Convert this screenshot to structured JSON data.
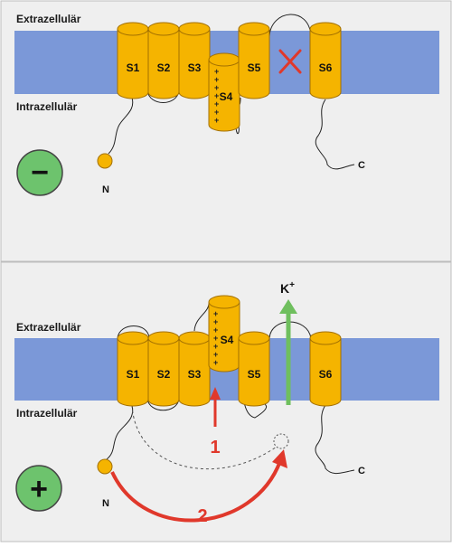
{
  "panels": [
    {
      "state": "closed",
      "extracellular_label": "Extrazellulär",
      "intracellular_label": "Intrazellulär",
      "segments": [
        "S1",
        "S2",
        "S3",
        "S4",
        "S5",
        "S6"
      ],
      "n_terminus": "N",
      "c_terminus": "C",
      "sign": "−",
      "pore_blocked_icon": "x-icon"
    },
    {
      "state": "open",
      "extracellular_label": "Extrazellulär",
      "intracellular_label": "Intrazellulär",
      "segments": [
        "S1",
        "S2",
        "S3",
        "S4",
        "S5",
        "S6"
      ],
      "n_terminus": "N",
      "c_terminus": "C",
      "sign": "+",
      "ion": "K",
      "ion_charge": "+",
      "step_1": "1",
      "step_2": "2"
    }
  ],
  "colors": {
    "membrane": "#7b98d8",
    "helix": "#f5b400",
    "helix_stroke": "#a37000",
    "sign_circle": "#6dc36d",
    "arrow_red": "#e0382b",
    "arrow_green": "#6fbf5e",
    "panel_bg": "#efefef"
  }
}
